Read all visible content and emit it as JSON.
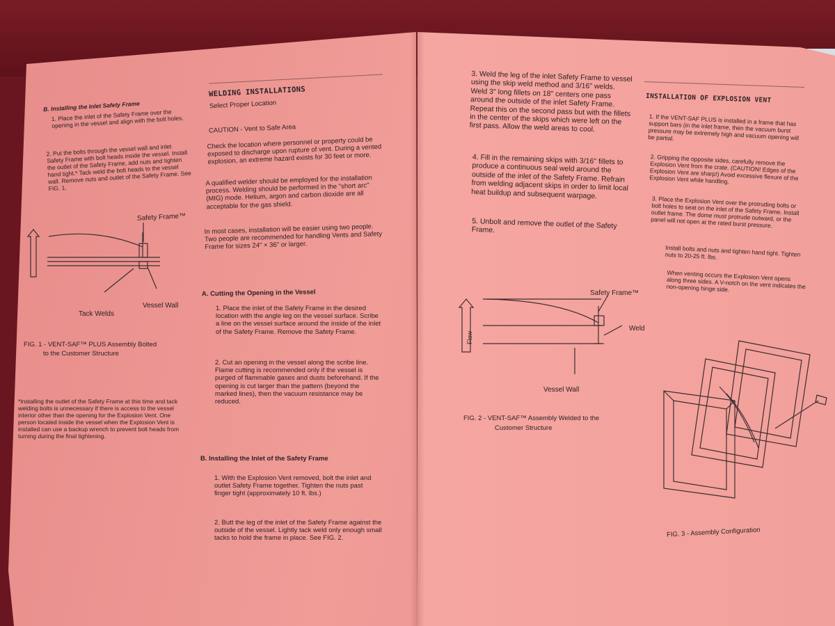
{
  "left_page": {
    "left_column": {
      "section_b_title": "B. Installing the Inlet Safety Frame",
      "step1": "1. Place the inlet of the Safety Frame over the opening in the vessel and align with the bolt holes.",
      "step2": "2. Put the bolts through the vessel wall and inlet Safety Frame with bolt heads inside the vessel. Install the outlet of the Safety Frame, add nuts and tighten hand tight.* Tack weld the bolt heads to the vessel wall. Remove nuts and outlet of the Safety Frame. See FIG. 1.",
      "fig1_label_safety_frame": "Safety Frame™",
      "fig1_label_tack_welds": "Tack Welds",
      "fig1_label_vessel_wall": "Vessel Wall",
      "fig1_caption_line1": "FIG. 1 - VENT-SAF™ PLUS Assembly Bolted",
      "fig1_caption_line2": "to the Customer Structure",
      "footnote": "*Installing the outlet of the Safety Frame at this time and tack welding bolts is unnecessary if there is access to the vessel interior other than the opening for the Explosion Vent. One person located inside the vessel when the Explosion Vent is installed can use a backup wrench to prevent bolt heads from turning during the final tightening."
    },
    "right_column": {
      "title": "WELDING INSTALLATIONS",
      "subtitle": "Select Proper Location",
      "caution_title": "CAUTION - Vent to Safe Area",
      "caution_body": "Check the location where personnel or property could be exposed to discharge upon rupture of vent. During a vented explosion, an extreme hazard exists for 30 feet or more.",
      "welder_para": "A qualified welder should be employed for the installation process. Welding should be performed in the \"short arc\" (MIG) mode. Helium, argon and carbon dioxide are all acceptable for the gas shield.",
      "people_para": "In most cases, installation will be easier using two people. Two people are recommended for handling Vents and Safety Frame for sizes 24\" × 36\" or larger.",
      "section_a_title": "A. Cutting the Opening in the Vessel",
      "a_step1": "1. Place the inlet of the Safety Frame in the desired location with the angle leg on the vessel surface. Scribe a line on the vessel surface around the inside of the inlet of the Safety Frame. Remove the Safety Frame.",
      "a_step2": "2. Cut an opening in the vessel along the scribe line. Flame cutting is recommended only if the vessel is purged of flammable gases and dusts beforehand. If the opening is cut larger than the pattern (beyond the marked lines), then the vacuum resistance may be reduced.",
      "section_b_title": "B. Installing the Inlet of the Safety Frame",
      "b_step1": "1. With the Explosion Vent removed, bolt the inlet and outlet Safety Frame together. Tighten the nuts past finger tight (approximately 10 ft. lbs.)",
      "b_step2": "2. Butt the leg of the inlet of the Safety Frame against the outside of the vessel. Lightly tack weld only enough small tacks to hold the frame in place. See FIG. 2."
    }
  },
  "right_page": {
    "left_column": {
      "step3": "3. Weld the leg of the inlet Safety Frame to vessel using the skip weld method and 3/16\" welds. Weld 3\" long fillets on 18\" centers one pass around the outside of the inlet Safety Frame. Repeat this on the second pass but with the fillets in the center of the skips which were left on the first pass. Allow the weld areas to cool.",
      "step4": "4. Fill in the remaining skips with 3/16\" fillets to produce a continuous seal weld around the outside of the inlet of the Safety Frame. Refrain from welding adjacent skips in order to limit local heat buildup and subsequent warpage.",
      "step5": "5. Unbolt and remove the outlet of the Safety Frame.",
      "fig2_label_safety_frame": "Safety Frame™",
      "fig2_label_weld": "Weld",
      "fig2_label_flow": "Flow",
      "fig2_label_vessel_wall": "Vessel Wall",
      "fig2_caption_line1": "FIG. 2 - VENT-SAF™ Assembly Welded to the",
      "fig2_caption_line2": "Customer Structure"
    },
    "right_column": {
      "title": "INSTALLATION OF EXPLOSION VENT",
      "step1": "1. If the VENT-SAF PLUS is installed in a frame that has support bars (in the inlet frame, then the vacuum burst pressure may be extremely high and vacuum opening will be partial.",
      "step2": "2. Gripping the opposite sides, carefully remove the Explosion Vent from the crate. (CAUTION! Edges of the Explosion Vent are sharp!) Avoid excessive flexure of the Explosion Vent while handling.",
      "step3": "3. Place the Explosion Vent over the protruding bolts or bolt holes to seat on the inlet of the Safety Frame. Install outlet frame. The dome must protrude outward, or the panel will not open at the rated burst pressure.",
      "install_bolts": "Install bolts and nuts and tighten hand tight. Tighten nuts to 20-25 ft. lbs.",
      "venting_para": "When venting occurs the Explosion Vent opens along three sides. A V-notch on the vent indicates the non-opening hinge side.",
      "fig3_caption": "FIG. 3 - Assembly Configuration"
    }
  }
}
